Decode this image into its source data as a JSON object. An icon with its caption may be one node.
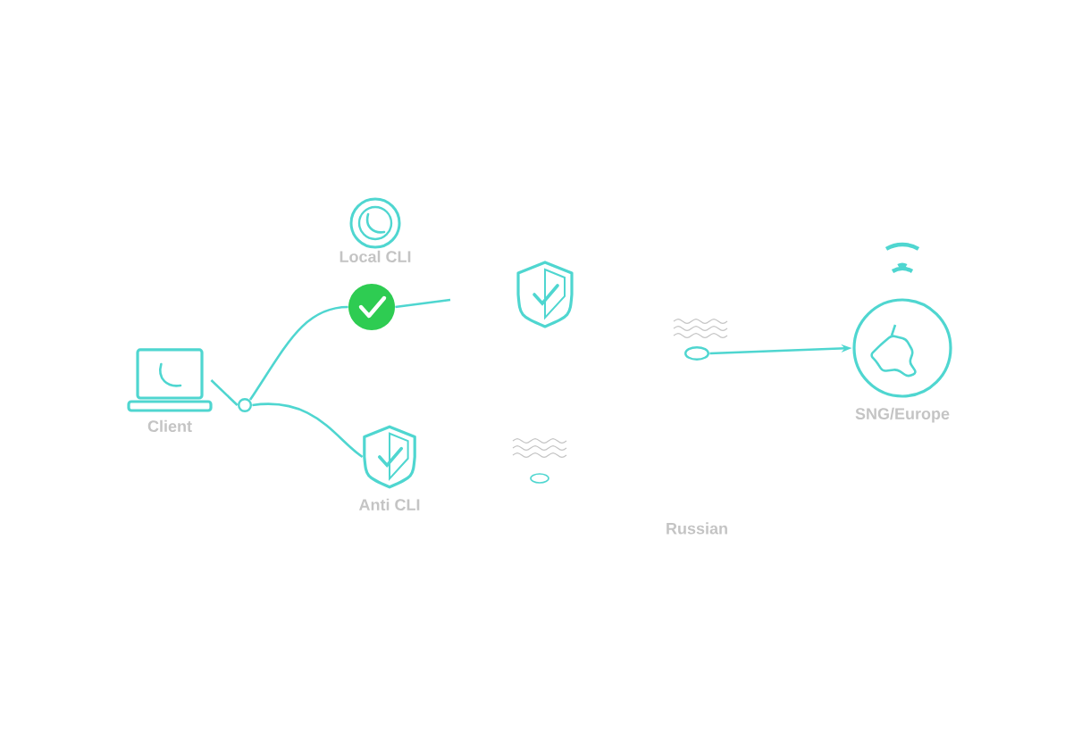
{
  "diagram": {
    "nodes": [
      {
        "text": [
          "Client"
        ]
      },
      {
        "text": [],
        "shape": "circle"
      },
      {
        "text": [
          "Local CLI"
        ]
      },
      {
        "text": [],
        "shape": "circle"
      },
      {
        "text": [
          "Anti CLI"
        ]
      },
      {
        "text": [],
        "shape": "shield"
      },
      {
        "text": [],
        "shape": "circle"
      },
      {
        "text": [
          "SNG/Europe"
        ]
      }
    ],
    "edges": [
      {
        "from": 0,
        "to": 1,
        "arrow": "none"
      },
      {
        "from": 1,
        "to": 3,
        "arrow": "none"
      },
      {
        "from": 1,
        "to": 4,
        "arrow": "none"
      },
      {
        "from": 3,
        "to": null,
        "arrow": "none"
      },
      {
        "from": 6,
        "to": 7,
        "arrow": "to"
      }
    ],
    "labels": [
      "Russian"
    ]
  }
}
